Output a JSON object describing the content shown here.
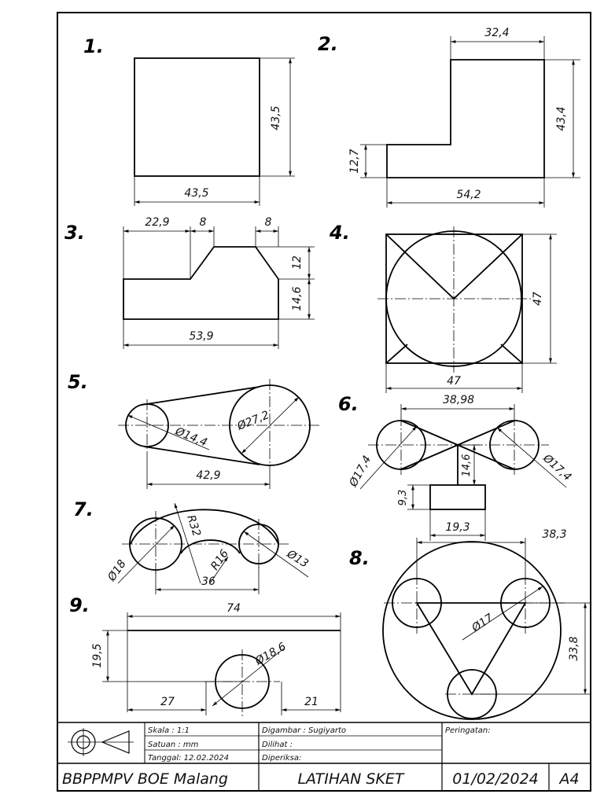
{
  "problems": {
    "p1": {
      "number": "1.",
      "dim_width": "43,5",
      "dim_height": "43,5"
    },
    "p2": {
      "number": "2.",
      "dim_top": "32,4",
      "dim_height": "43,4",
      "dim_step": "12,7",
      "dim_width": "54,2"
    },
    "p3": {
      "number": "3.",
      "dim_a": "22,9",
      "dim_b": "8",
      "dim_c": "8",
      "dim_h1": "12",
      "dim_h2": "14,6",
      "dim_width": "53,9"
    },
    "p4": {
      "number": "4.",
      "dim_height": "47",
      "dim_width": "47"
    },
    "p5": {
      "number": "5.",
      "dim_small": "Ø14,4",
      "dim_large": "Ø27,2",
      "dim_center": "42,9"
    },
    "p6": {
      "number": "6.",
      "dim_top": "38,98",
      "dim_left": "Ø17,4",
      "dim_right": "Ø17,4",
      "dim_mid": "14,6",
      "dim_block_h": "9,3",
      "dim_block_w": "19,3"
    },
    "p7": {
      "number": "7.",
      "dim_r32": "R32",
      "dim_r16": "R16",
      "dim_d18": "Ø18",
      "dim_d13": "Ø13",
      "dim_36": "36"
    },
    "p8": {
      "number": "8.",
      "dim_top": "38,3",
      "dim_circle": "Ø17",
      "dim_height": "33,8"
    },
    "p9": {
      "number": "9.",
      "dim_top": "74",
      "dim_height": "19,5",
      "dim_circle": "Ø18,6",
      "dim_left": "27",
      "dim_right": "21"
    }
  },
  "title_block": {
    "scale": "Skala   : 1:1",
    "unit": "Satuan : mm",
    "date": "Tanggal: 12.02.2024",
    "drawn": "Digambar : Sugiyarto",
    "seen": "Dilihat   :",
    "checked": "Diperiksa:",
    "notes": "Peringatan:",
    "institution": "BBPPMPV BOE Malang",
    "title": "LATIHAN SKET",
    "sheet_date": "01/02/2024",
    "paper": "A4"
  },
  "icons": {
    "projection": "first-angle-projection-icon"
  }
}
